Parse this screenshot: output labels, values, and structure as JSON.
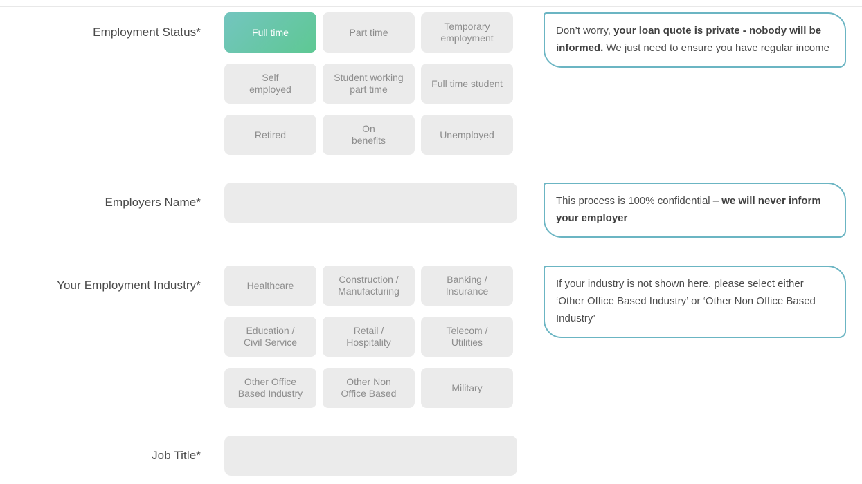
{
  "page": {
    "background": "#ffffff",
    "divider_color": "#e8e8e8"
  },
  "colors": {
    "selected_gradient_start": "#73c5bf",
    "selected_gradient_end": "#5ec893",
    "option_background": "#ebebeb",
    "option_text": "#8d8d8d",
    "label_text": "#4a4a4a",
    "tooltip_border": "#6bb5c3",
    "tooltip_text": "#4b4b4b"
  },
  "form": {
    "sections": [
      {
        "id": "employment-status",
        "label": "Employment Status*",
        "selected_option": "Full time",
        "options": [
          "Full time",
          "Part time",
          "Temporary\nemployment",
          "Self\nemployed",
          "Student working\npart time",
          "Full time student",
          "Retired",
          "On\nbenefits",
          "Unemployed"
        ],
        "tooltip": {
          "segments": [
            {
              "text": "Don’t worry, ",
              "bold": false
            },
            {
              "text": "your loan quote is private - nobody will be informed.",
              "bold": true
            },
            {
              "text": " We just need to ensure you have regular income",
              "bold": false
            }
          ]
        }
      },
      {
        "id": "employers-name",
        "label": "Employers Name*",
        "input": {
          "value": "",
          "placeholder": ""
        },
        "tooltip": {
          "segments": [
            {
              "text": "This process is 100% confidential – ",
              "bold": false
            },
            {
              "text": "we will never inform your employer",
              "bold": true
            }
          ]
        }
      },
      {
        "id": "employment-industry",
        "label": "Your Employment Industry*",
        "selected_option": null,
        "options": [
          "Healthcare",
          "Construction /\nManufacturing",
          "Banking /\nInsurance",
          "Education /\nCivil Service",
          "Retail /\nHospitality",
          "Telecom /\nUtilities",
          "Other Office\nBased Industry",
          "Other Non\nOffice Based",
          "Military"
        ],
        "tooltip": {
          "segments": [
            {
              "text": "If your industry is not shown here, please select either ‘Other Office Based Industry’ or ‘Other Non Office Based Industry’",
              "bold": false
            }
          ]
        }
      },
      {
        "id": "job-title",
        "label": "Job Title*",
        "input": {
          "value": "",
          "placeholder": ""
        }
      }
    ]
  }
}
